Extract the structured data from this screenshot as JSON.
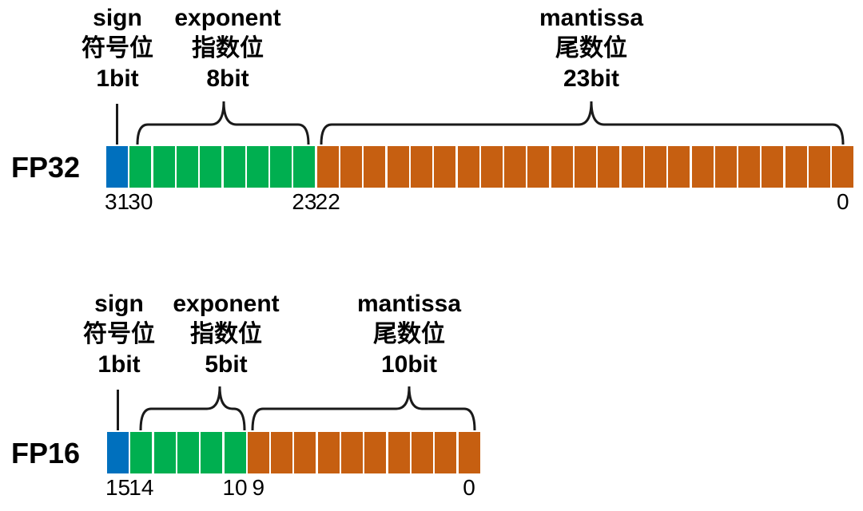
{
  "colors": {
    "sign": "#0070BE",
    "exponent": "#00AF50",
    "mantissa": "#C65F11",
    "text": "#000000",
    "background": "#FFFFFF"
  },
  "rows": [
    {
      "name": "FP32",
      "sections": [
        {
          "key": "sign",
          "label_en": "sign",
          "label_zh": "符号位",
          "bits_label": "1bit",
          "bit_count": 1
        },
        {
          "key": "exponent",
          "label_en": "exponent",
          "label_zh": "指数位",
          "bits_label": "8bit",
          "bit_count": 8
        },
        {
          "key": "mantissa",
          "label_en": "mantissa",
          "label_zh": "尾数位",
          "bits_label": "23bit",
          "bit_count": 23
        }
      ],
      "index_labels": [
        {
          "text": "31",
          "cell": 0
        },
        {
          "text": "30",
          "cell": 1
        },
        {
          "text": "23",
          "cell": 8
        },
        {
          "text": "22",
          "cell": 9
        },
        {
          "text": "0",
          "cell": 31
        }
      ]
    },
    {
      "name": "FP16",
      "sections": [
        {
          "key": "sign",
          "label_en": "sign",
          "label_zh": "符号位",
          "bits_label": "1bit",
          "bit_count": 1
        },
        {
          "key": "exponent",
          "label_en": "exponent",
          "label_zh": "指数位",
          "bits_label": "5bit",
          "bit_count": 5
        },
        {
          "key": "mantissa",
          "label_en": "mantissa",
          "label_zh": "尾数位",
          "bits_label": "10bit",
          "bit_count": 10
        }
      ],
      "index_labels": [
        {
          "text": "15",
          "cell": 0
        },
        {
          "text": "14",
          "cell": 1
        },
        {
          "text": "10",
          "cell": 5
        },
        {
          "text": "9",
          "cell": 6
        },
        {
          "text": "0",
          "cell": 15
        }
      ]
    }
  ]
}
